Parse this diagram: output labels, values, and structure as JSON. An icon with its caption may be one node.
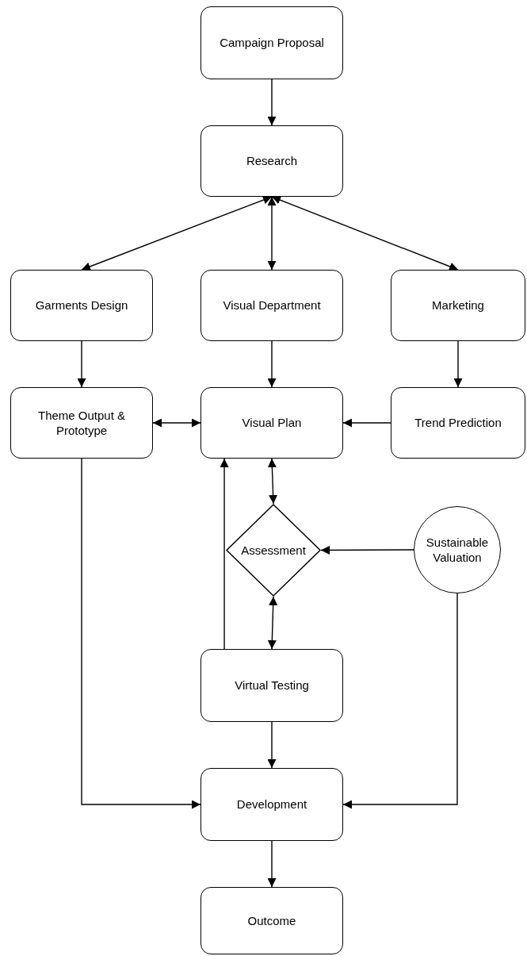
{
  "diagram": {
    "nodes": [
      {
        "text": [
          "Campaign Proposal"
        ]
      },
      {
        "text": [
          "Research"
        ]
      },
      {
        "text": [
          "Garments Design"
        ]
      },
      {
        "text": [
          "Visual Department"
        ]
      },
      {
        "text": [
          "Marketing"
        ]
      },
      {
        "text": [
          "Theme Output & Prototype"
        ]
      },
      {
        "text": [
          "Visual Plan"
        ]
      },
      {
        "text": [
          "Trend Prediction"
        ]
      },
      {
        "text": [
          "Assessment"
        ]
      },
      {
        "text": [
          "Sustainable Valuation"
        ]
      },
      {
        "text": [
          "Virtual Testing"
        ]
      },
      {
        "text": [
          "Development"
        ]
      },
      {
        "text": [
          "Outcome"
        ]
      }
    ],
    "edges": [
      {
        "from": 0,
        "to": 1,
        "arrow": "to"
      },
      {
        "from": 1,
        "to": 2,
        "arrow": "both"
      },
      {
        "from": 1,
        "to": 3,
        "arrow": "both"
      },
      {
        "from": 1,
        "to": 4,
        "arrow": "both"
      },
      {
        "from": 2,
        "to": 5,
        "arrow": "to"
      },
      {
        "from": 3,
        "to": 6,
        "arrow": "to"
      },
      {
        "from": 4,
        "to": 7,
        "arrow": "to"
      },
      {
        "from": 5,
        "to": 6,
        "arrow": "both"
      },
      {
        "from": 7,
        "to": 6,
        "arrow": "to"
      },
      {
        "from": 6,
        "to": 8,
        "arrow": "both"
      },
      {
        "from": 9,
        "to": 8,
        "arrow": "to"
      },
      {
        "from": 8,
        "to": 10,
        "arrow": "both"
      },
      {
        "from": 10,
        "to": 6,
        "arrow": "to"
      },
      {
        "from": 10,
        "to": 11,
        "arrow": "to"
      },
      {
        "from": 5,
        "to": 11,
        "arrow": "to"
      },
      {
        "from": 9,
        "to": 11,
        "arrow": "to"
      },
      {
        "from": 11,
        "to": 12,
        "arrow": "to"
      }
    ]
  }
}
